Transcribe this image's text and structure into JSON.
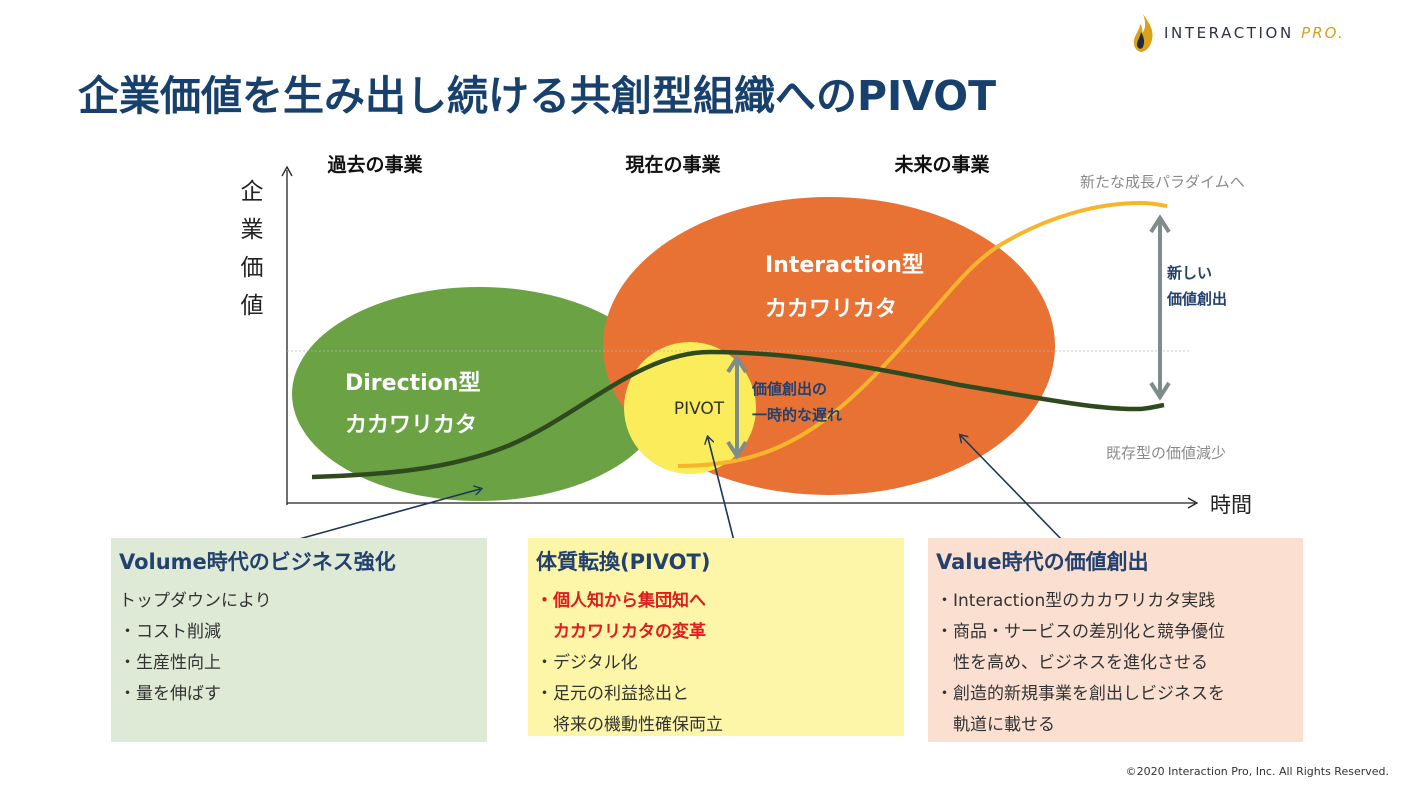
{
  "header": {
    "logo_text": "INTERACTION",
    "logo_suffix": "PRO.",
    "title": "企業価値を生み出し続ける共創型組織へのPIVOT"
  },
  "diagram": {
    "y_axis_label": [
      "企",
      "業",
      "価",
      "値"
    ],
    "x_axis_label": "時間",
    "eras": [
      "過去の事業",
      "現在の事業",
      "未来の事業"
    ],
    "direction_type": {
      "line1": "Direction型",
      "line2": "カカワリカタ"
    },
    "interaction_type": {
      "line1": "Interaction型",
      "line2": "カカワリカタ"
    },
    "pivot_label": "PIVOT",
    "delay_label": {
      "line1": "価値創出の",
      "line2": "一時的な遅れ"
    },
    "new_value_label": {
      "line1": "新しい",
      "line2": "価値創出"
    },
    "new_paradigm_label": "新たな成長パラダイムへ",
    "existing_decline_label": "既存型の価値減少"
  },
  "boxes": {
    "volume": {
      "title": "Volume時代のビジネス強化",
      "lines": [
        "トップダウンにより",
        "・コスト削減",
        "・生産性向上",
        "・量を伸ばす"
      ]
    },
    "pivot": {
      "title": "体質転換(PIVOT)",
      "highlight_lines": [
        "・個人知から集団知へ",
        "　カカワリカタの変革"
      ],
      "lines": [
        "・デジタル化",
        "・足元の利益捻出と",
        "　将来の機動性確保両立"
      ]
    },
    "value": {
      "title": "Value時代の価値創出",
      "lines": [
        "・Interaction型のカカワリカタ実践",
        "・商品・サービスの差別化と競争優位",
        "　性を高め、ビジネスを進化させる",
        "・創造的新規事業を創出しビジネスを",
        "　軌道に載せる"
      ]
    }
  },
  "footer": {
    "copyright": "©2020 Interaction Pro, Inc. All Rights Reserved."
  },
  "colors": {
    "title": "#17406d",
    "green_ellipse": "#6aa244",
    "orange_ellipse": "#e87234",
    "yellow_circle": "#fbec5b",
    "dark_curve": "#2f4a1e",
    "gold_curve": "#f7b52c",
    "arrow_gray": "#7f8c8c"
  }
}
